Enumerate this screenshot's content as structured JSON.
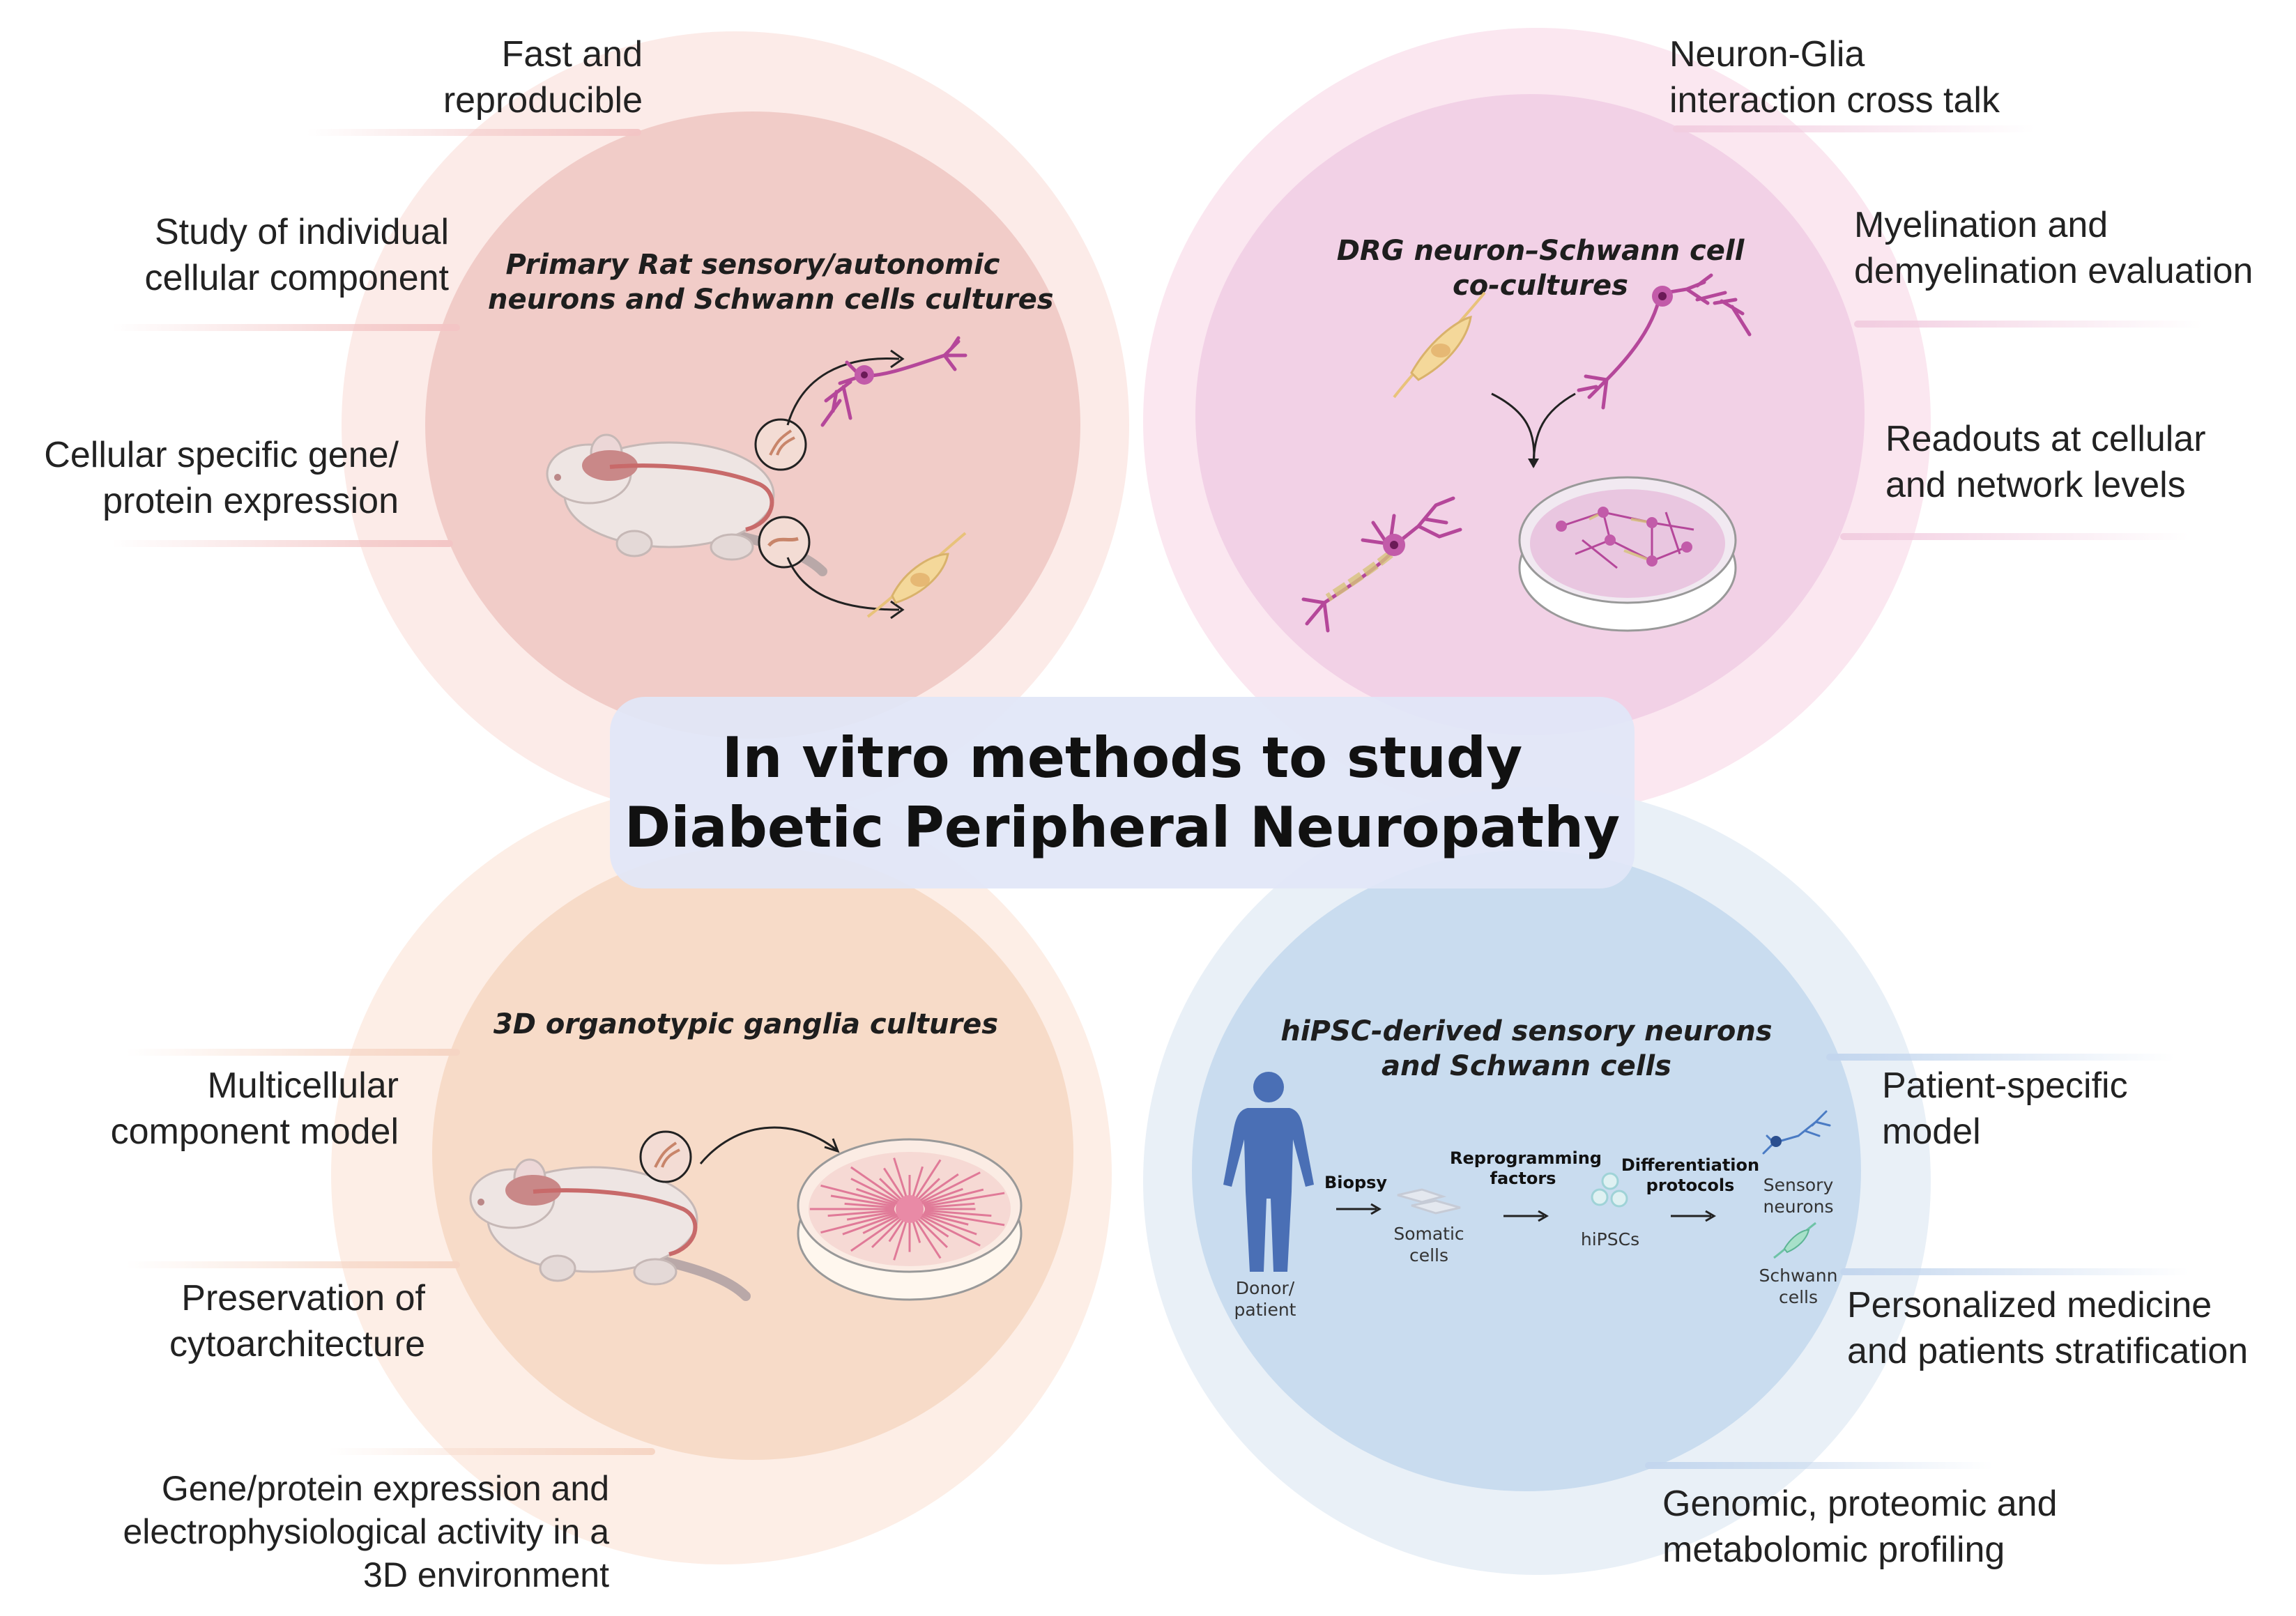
{
  "title": {
    "line1": "In vitro methods to study",
    "line2": "Diabetic Peripheral Neuropathy"
  },
  "panels": {
    "top_left": {
      "title_line1": "Primary Rat  sensory/autonomic",
      "title_line2": "neurons and Schwann cells cultures",
      "features": [
        {
          "line1": "Fast and",
          "line2": "reproducible"
        },
        {
          "line1": "Study of individual",
          "line2": "cellular component"
        },
        {
          "line1": "Cellular specific gene/",
          "line2": "protein expression"
        }
      ]
    },
    "top_right": {
      "title_line1": "DRG neuron–Schwann cell",
      "title_line2": "co-cultures",
      "features": [
        {
          "line1": "Neuron-Glia",
          "line2": "interaction cross talk"
        },
        {
          "line1": "Myelination and",
          "line2": "demyelination evaluation"
        },
        {
          "line1": "Readouts at cellular",
          "line2": "and network levels"
        }
      ]
    },
    "bottom_left": {
      "title_line1": "3D organotypic ganglia cultures",
      "features": [
        {
          "line1": "Multicellular",
          "line2": "component model"
        },
        {
          "line1": "Preservation of",
          "line2": "cytoarchitecture"
        },
        {
          "line1": "Gene/protein expression and",
          "line2": "electrophysiological activity in a",
          "line3": "3D environment"
        }
      ]
    },
    "bottom_right": {
      "title_line1": "hiPSC-derived sensory neurons",
      "title_line2": "and Schwann cells",
      "features": [
        {
          "line1": "Patient-specific",
          "line2": "model"
        },
        {
          "line1": "Personalized medicine",
          "line2": "and patients stratification"
        },
        {
          "line1": "Genomic, proteomic and",
          "line2": "metabolomic profiling"
        }
      ],
      "workflow": {
        "donor_line1": "Donor/",
        "donor_line2": "patient",
        "step1": "Biopsy",
        "somatic_line1": "Somatic",
        "somatic_line2": "cells",
        "step2_line1": "Reprogramming",
        "step2_line2": "factors",
        "hipscs": "hiPSCs",
        "step3_line1": "Differentiation",
        "step3_line2": "protocols",
        "sensory_line1": "Sensory",
        "sensory_line2": "neurons",
        "schwann_line1": "Schwann",
        "schwann_line2": "cells"
      }
    }
  },
  "colors": {
    "pink_neuron": "#b5479a",
    "schwann_cell": "#f4d89a",
    "human_figure": "#4a6fb5",
    "lead_red": "#f3c5c5",
    "lead_pink": "#f2cde0",
    "lead_peach": "#f6d5c4",
    "lead_blue": "#c3d6ee"
  }
}
